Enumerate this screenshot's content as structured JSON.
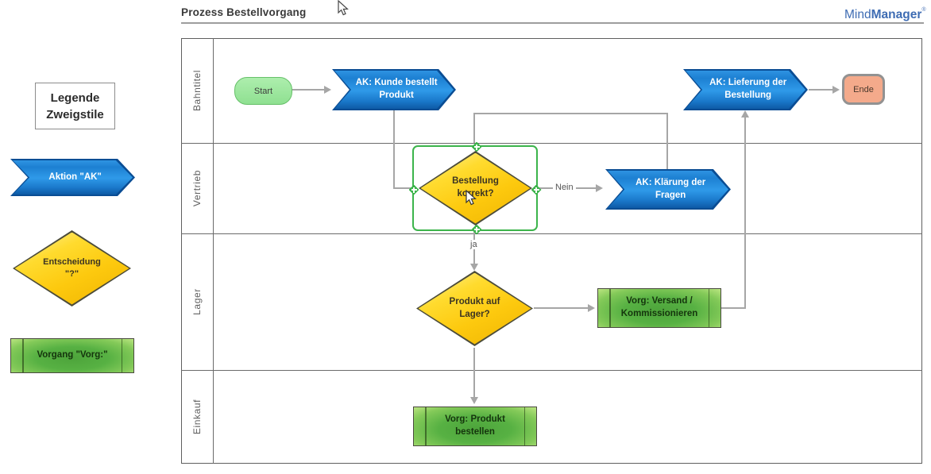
{
  "header": {
    "title": "Prozess Bestellvorgang",
    "logo": {
      "mind": "Mind",
      "manager": "Manager",
      "trademark": "®"
    }
  },
  "legend": {
    "title_line1": "Legende",
    "title_line2": "Zweigstile",
    "action_label": "Aktion \"AK\"",
    "decision_line1": "Entscheidung",
    "decision_line2": "\"?\"",
    "process_label": "Vorgang \"Vorg:\""
  },
  "lanes": [
    {
      "label": "Bahntitel"
    },
    {
      "label": "Vertrieb"
    },
    {
      "label": "Lager"
    },
    {
      "label": "Einkauf"
    }
  ],
  "nodes": {
    "start": {
      "label": "Start"
    },
    "order": {
      "line1": "AK: Kunde bestellt",
      "line2": "Produkt"
    },
    "decision_correct": {
      "line1": "Bestellung",
      "line2": "korrekt?"
    },
    "clarify": {
      "line1": "AK: Klärung der",
      "line2": "Fragen"
    },
    "delivery": {
      "line1": "AK: Lieferung der",
      "line2": "Bestellung"
    },
    "end": {
      "label": "Ende"
    },
    "decision_stock": {
      "line1": "Produkt auf",
      "line2": "Lager?"
    },
    "ship": {
      "line1": "Vorg: Versand /",
      "line2": "Kommissionieren"
    },
    "order_product": {
      "line1": "Vorg: Produkt",
      "line2": "bestellen"
    }
  },
  "edges": {
    "no_label": "Nein",
    "yes_label": "ja"
  },
  "colors": {
    "action_blue": "#1f85d8",
    "decision_yellow": "#fdc810",
    "process_green": "#57b143",
    "start_green": "#9ce79c",
    "end_salmon": "#f4aa8b",
    "selection_green": "#3cb44b",
    "connector_gray": "#a6a6a6",
    "logo_blue": "#3e6cb3",
    "lane_border_gray": "#6b6b6b"
  }
}
